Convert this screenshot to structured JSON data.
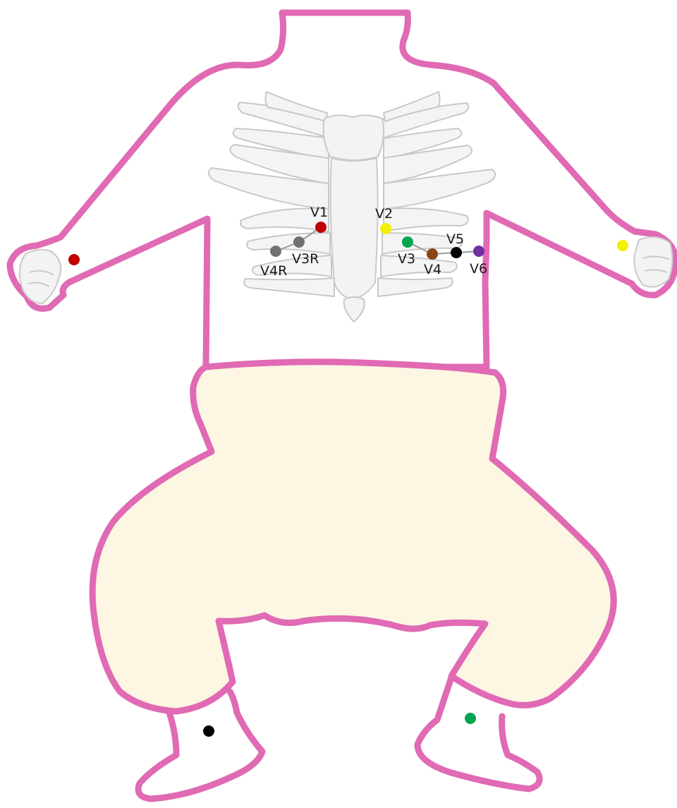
{
  "colors": {
    "outline": "#e06ab3",
    "garment": "#fdf6e3",
    "bone": "#f3f3f3",
    "bone_stroke": "#c9c9c9",
    "background": "#ffffff"
  },
  "electrodes": {
    "v1": {
      "label": "V1",
      "color": "#c00000"
    },
    "v2": {
      "label": "V2",
      "color": "#f5f000"
    },
    "v3": {
      "label": "V3",
      "color": "#00a550"
    },
    "v4": {
      "label": "V4",
      "color": "#8b4513"
    },
    "v5": {
      "label": "V5",
      "color": "#000000"
    },
    "v6": {
      "label": "V6",
      "color": "#7030a0"
    },
    "v3r": {
      "label": "V3R",
      "color": "#707070"
    },
    "v4r": {
      "label": "V4R",
      "color": "#707070"
    },
    "limb_right_arm": {
      "color": "#c00000"
    },
    "limb_left_arm": {
      "color": "#f5f000"
    },
    "limb_right_leg": {
      "color": "#000000"
    },
    "limb_left_leg": {
      "color": "#00a550"
    }
  }
}
